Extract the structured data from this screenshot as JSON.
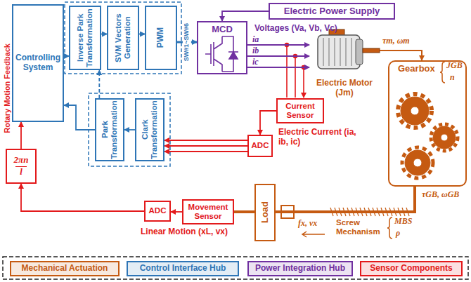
{
  "diagram": {
    "nodes": [
      {
        "text": [
          "Controlling System"
        ]
      },
      {
        "text": [
          "Inverse Park Transformation"
        ]
      },
      {
        "text": [
          "SVM Vectors Generation"
        ]
      },
      {
        "text": [
          "PWM"
        ]
      },
      {
        "text": [
          "Electric Power Supply"
        ]
      },
      {
        "text": [
          "MCD"
        ]
      },
      {
        "text": [
          "Electric Motor (Jm)"
        ]
      },
      {
        "text": [
          "Gearbox"
        ]
      },
      {
        "text": [
          "Current Sensor"
        ]
      },
      {
        "text": [
          "ADC"
        ]
      },
      {
        "text": [
          "Clark Transformation"
        ]
      },
      {
        "text": [
          "Park Transformation"
        ]
      },
      {
        "text": [
          "2πn",
          "l"
        ]
      },
      {
        "text": [
          "ADC"
        ]
      },
      {
        "text": [
          "Movement Sensor"
        ]
      },
      {
        "text": [
          "Load"
        ]
      }
    ],
    "edges": [
      {
        "from": 0,
        "to": 1,
        "arrow": "to"
      },
      {
        "from": 1,
        "to": 2,
        "arrow": "to"
      },
      {
        "from": 2,
        "to": 3,
        "arrow": "to"
      },
      {
        "from": 3,
        "to": 5,
        "arrow": "to",
        "label": "SW#1~SW#6"
      },
      {
        "from": 4,
        "to": 5,
        "arrow": "to"
      },
      {
        "from": 5,
        "to": 6,
        "arrow": "to",
        "label": "ia"
      },
      {
        "from": 5,
        "to": 6,
        "arrow": "to",
        "label": "ib"
      },
      {
        "from": 5,
        "to": 6,
        "arrow": "to",
        "label": "ic"
      },
      {
        "from": 6,
        "to": 7,
        "arrow": "to"
      },
      {
        "from": 7,
        "to": 15,
        "arrow": "none"
      },
      {
        "from": 15,
        "to": 14,
        "arrow": "none"
      },
      {
        "from": 8,
        "to": 9,
        "arrow": "to"
      },
      {
        "from": 9,
        "to": 10,
        "arrow": "to"
      },
      {
        "from": 9,
        "to": 10,
        "arrow": "to"
      },
      {
        "from": 9,
        "to": 10,
        "arrow": "to"
      },
      {
        "from": 10,
        "to": 11,
        "arrow": "to"
      },
      {
        "from": 11,
        "to": 1,
        "arrow": "to"
      },
      {
        "from": 11,
        "to": 0,
        "arrow": "to"
      },
      {
        "from": 14,
        "to": 13,
        "arrow": "to"
      },
      {
        "from": 13,
        "to": 12,
        "arrow": "to"
      },
      {
        "from": 12,
        "to": 0,
        "arrow": "to"
      }
    ],
    "labels": [
      "Voltages (Va, Vb, Vc)",
      "τm, ωm",
      "JGB",
      "n",
      "Electric Current (ia, ib, ic)",
      "Rotary Motion Feedback",
      "Linear Motion (xL, vx)",
      "τGB, ωGB",
      "fx, vx",
      "Screw Mechanism",
      "MBS",
      "ρ"
    ],
    "legend": [
      {
        "text": "Mechanical Actuation",
        "color": "#c55a11"
      },
      {
        "text": "Control Interface Hub",
        "color": "#2e75b6"
      },
      {
        "text": "Power Integration Hub",
        "color": "#7030a0"
      },
      {
        "text": "Sensor Components",
        "color": "#e31a1c"
      }
    ]
  }
}
